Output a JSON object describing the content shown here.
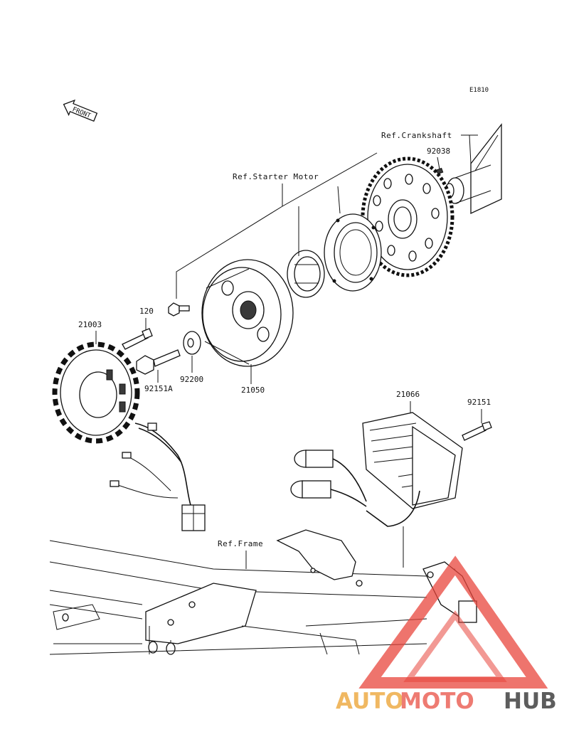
{
  "diagram_code": "E1810",
  "front_label": "FRONT",
  "refs": {
    "crankshaft": "Ref.Crankshaft",
    "starter_motor": "Ref.Starter Motor",
    "frame": "Ref.Frame"
  },
  "parts": {
    "p92038": "92038",
    "p120": "120",
    "p21003": "21003",
    "p92151A": "92151A",
    "p92200": "92200",
    "p21050": "21050",
    "p21066": "21066",
    "p92151": "92151"
  },
  "watermark": {
    "auto": "AUTO",
    "moto": "MOTO",
    "hub": "HUB",
    "colors": {
      "auto": "#f0b862",
      "moto": "#ee7b72",
      "hub": "#5d5d5d",
      "triangle": "#e8453c"
    }
  }
}
